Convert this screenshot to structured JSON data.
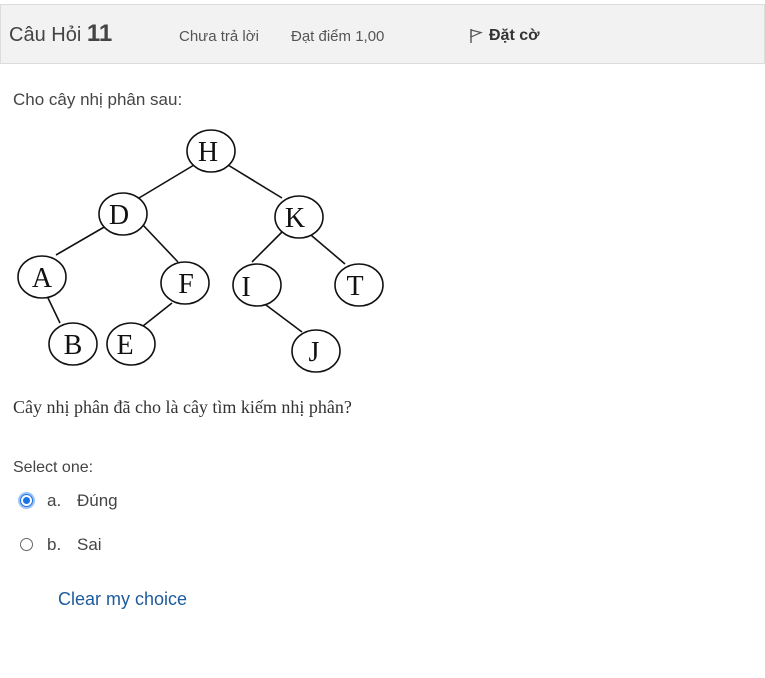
{
  "header": {
    "question_label": "Câu Hỏi",
    "question_number": "11",
    "state": "Chưa trả lời",
    "grade": "Đạt điểm 1,00",
    "flag_label": "Đặt cờ"
  },
  "question": {
    "intro": "Cho cây nhị phân sau:",
    "text": "Cây nhị phân đã cho là cây tìm kiếm nhị phân?",
    "prompt": "Select one:"
  },
  "tree": {
    "nodes": [
      "H",
      "D",
      "K",
      "A",
      "F",
      "I",
      "T",
      "B",
      "E",
      "J"
    ]
  },
  "options": [
    {
      "letter": "a.",
      "text": "Đúng",
      "selected": true
    },
    {
      "letter": "b.",
      "text": "Sai",
      "selected": false
    }
  ],
  "clear_label": "Clear my choice"
}
